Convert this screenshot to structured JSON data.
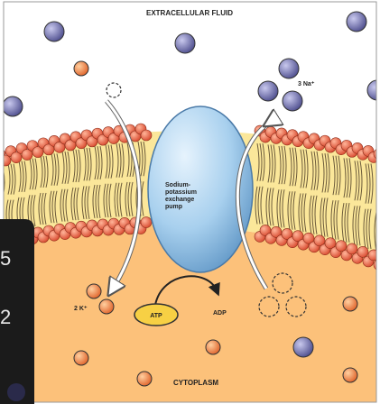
{
  "diagram": {
    "region_top": "EXTRACELLULAR FLUID",
    "region_bottom": "CYTOPLASM",
    "pump_label": [
      "Sodium-",
      "potassium",
      "exchange",
      "pump"
    ],
    "sodium_label": "3 Na⁺",
    "potassium_label": "2 K⁺",
    "atp_label": "ATP",
    "adp_label": "ADP"
  },
  "colors": {
    "extracellular": "#ffffff",
    "cytoplasm": "#fcc17a",
    "phospholipid_head": "#e86a4a",
    "pump": "#8fc0e8",
    "sodium_ion": "#6e6eaa",
    "potassium_ion": "#ef7a2e",
    "atp": "#f7d044"
  },
  "overlay": {
    "text_a": "5",
    "text_b": "2"
  }
}
